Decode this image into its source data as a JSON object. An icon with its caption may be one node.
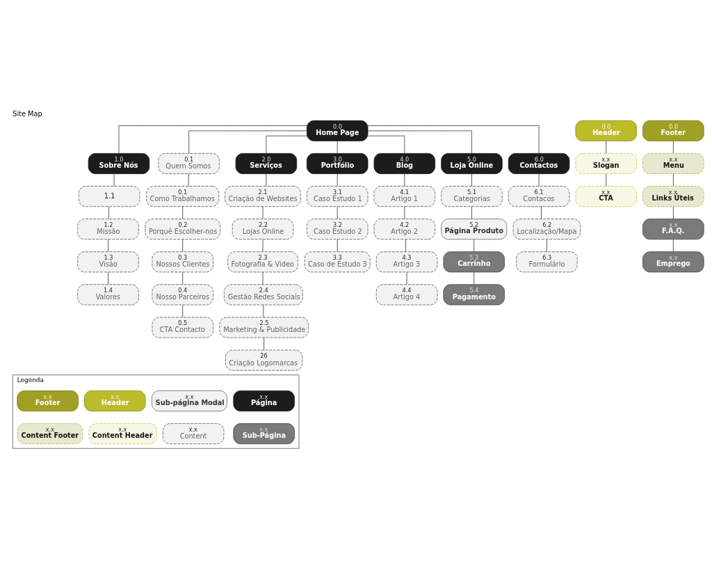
{
  "diagram": {
    "title": "Site Map",
    "nodes": [
      {
        "text": [
          "0.0",
          "Home Page"
        ]
      },
      {
        "text": [
          "1.0",
          "Sobre Nós"
        ]
      },
      {
        "text": [
          "0.1",
          "Quem Somos"
        ]
      },
      {
        "text": [
          "2.0",
          "Serviços"
        ]
      },
      {
        "text": [
          "3.0",
          "Portfólio"
        ]
      },
      {
        "text": [
          "4.0",
          "Blog"
        ]
      },
      {
        "text": [
          "5.0",
          "Loja Online"
        ]
      },
      {
        "text": [
          "6.0",
          "Contactos"
        ]
      },
      {
        "text": [
          "1.1"
        ]
      },
      {
        "text": [
          "1.2",
          "Missão"
        ]
      },
      {
        "text": [
          "1.3",
          "Visão"
        ]
      },
      {
        "text": [
          "1.4",
          "Valores"
        ]
      },
      {
        "text": [
          "0.1",
          "Como Trabalhamos"
        ]
      },
      {
        "text": [
          "0.2",
          "Porquê Escolher-nos"
        ]
      },
      {
        "text": [
          "0.3",
          "Nossos Clientes"
        ]
      },
      {
        "text": [
          "0.4",
          "Nosso Parceiros"
        ]
      },
      {
        "text": [
          "0.5",
          "CTA Contacto"
        ]
      },
      {
        "text": [
          "2.1",
          "Criação de Websites"
        ]
      },
      {
        "text": [
          "2.2",
          "Lojas Online"
        ]
      },
      {
        "text": [
          "2.3",
          "Fotografia & Video"
        ]
      },
      {
        "text": [
          "2.4",
          "Gestão Redes Sociais"
        ]
      },
      {
        "text": [
          "2.5",
          "Marketing & Publicidade"
        ]
      },
      {
        "text": [
          "26",
          "Criação Logomarcas"
        ]
      },
      {
        "text": [
          "3.1",
          "Caso Estudo 1"
        ]
      },
      {
        "text": [
          "3.2",
          "Caso Estudo 2"
        ]
      },
      {
        "text": [
          "3.3",
          "Caso de Estudo 3"
        ]
      },
      {
        "text": [
          "4.1",
          "Artigo 1"
        ]
      },
      {
        "text": [
          "4.2",
          "Artigo 2"
        ]
      },
      {
        "text": [
          "4.3",
          "Artigo 3"
        ]
      },
      {
        "text": [
          "4.4",
          "Artigo 4"
        ]
      },
      {
        "text": [
          "5.1",
          "Categorias"
        ]
      },
      {
        "text": [
          "5.2",
          "Página Produto"
        ]
      },
      {
        "text": [
          "5.3",
          "Carrinho"
        ]
      },
      {
        "text": [
          "5.4",
          "Pagamento"
        ]
      },
      {
        "text": [
          "6.1",
          "Contacos"
        ]
      },
      {
        "text": [
          "6.2",
          "Localização/Mapa"
        ]
      },
      {
        "text": [
          "6.3",
          "Formulário"
        ]
      },
      {
        "text": [
          "0.0",
          "Header"
        ]
      },
      {
        "text": [
          "0.0",
          "Footer"
        ]
      },
      {
        "text": [
          "x.x",
          "Slogan"
        ]
      },
      {
        "text": [
          "x.x",
          "CTA"
        ]
      },
      {
        "text": [
          "x.x",
          "Menu"
        ]
      },
      {
        "text": [
          "x.x",
          "Links Úteis"
        ]
      },
      {
        "text": [
          "x.x",
          "F.A.Q."
        ]
      },
      {
        "text": [
          "x.x",
          "Emprego"
        ]
      },
      {
        "text": [
          "Legenda"
        ]
      },
      {
        "text": [
          "x.x",
          "Página"
        ],
        "in": 45
      },
      {
        "text": [
          "x.x",
          "Sub-página Modal"
        ],
        "in": 45
      },
      {
        "text": [
          "x.x",
          "Header"
        ],
        "in": 45
      },
      {
        "text": [
          "x.x",
          "Footer"
        ],
        "in": 45
      },
      {
        "text": [
          "x.x",
          "Sub-Página"
        ],
        "in": 45
      },
      {
        "text": [
          "x.x",
          "Content"
        ],
        "in": 45
      },
      {
        "text": [
          "x.x",
          "Content Header"
        ],
        "in": 45
      },
      {
        "text": [
          "x.x",
          "Content Footer"
        ],
        "in": 45
      }
    ],
    "edges": [
      {
        "from": 0,
        "to": 1,
        "arrow": "none"
      },
      {
        "from": 0,
        "to": 2,
        "arrow": "none"
      },
      {
        "from": 0,
        "to": 3,
        "arrow": "none"
      },
      {
        "from": 0,
        "to": 4,
        "arrow": "none"
      },
      {
        "from": 0,
        "to": 5,
        "arrow": "none"
      },
      {
        "from": 0,
        "to": 6,
        "arrow": "none"
      },
      {
        "from": 0,
        "to": 7,
        "arrow": "none"
      },
      {
        "from": 1,
        "to": 8,
        "arrow": "none"
      },
      {
        "from": 8,
        "to": 9,
        "arrow": "none"
      },
      {
        "from": 9,
        "to": 10,
        "arrow": "none"
      },
      {
        "from": 10,
        "to": 11,
        "arrow": "none"
      },
      {
        "from": 2,
        "to": 12,
        "arrow": "none"
      },
      {
        "from": 12,
        "to": 13,
        "arrow": "none"
      },
      {
        "from": 13,
        "to": 14,
        "arrow": "none"
      },
      {
        "from": 14,
        "to": 15,
        "arrow": "none"
      },
      {
        "from": 15,
        "to": 16,
        "arrow": "none"
      },
      {
        "from": 3,
        "to": 17,
        "arrow": "none"
      },
      {
        "from": 17,
        "to": 18,
        "arrow": "none"
      },
      {
        "from": 18,
        "to": 19,
        "arrow": "none"
      },
      {
        "from": 19,
        "to": 20,
        "arrow": "none"
      },
      {
        "from": 20,
        "to": 21,
        "arrow": "none"
      },
      {
        "from": 21,
        "to": 22,
        "arrow": "none"
      },
      {
        "from": 4,
        "to": 23,
        "arrow": "none"
      },
      {
        "from": 23,
        "to": 24,
        "arrow": "none"
      },
      {
        "from": 24,
        "to": 25,
        "arrow": "none"
      },
      {
        "from": 5,
        "to": 26,
        "arrow": "none"
      },
      {
        "from": 26,
        "to": 27,
        "arrow": "none"
      },
      {
        "from": 27,
        "to": 28,
        "arrow": "none"
      },
      {
        "from": 28,
        "to": 29,
        "arrow": "none"
      },
      {
        "from": 6,
        "to": 30,
        "arrow": "none"
      },
      {
        "from": 30,
        "to": 31,
        "arrow": "none"
      },
      {
        "from": 31,
        "to": 32,
        "arrow": "none"
      },
      {
        "from": 32,
        "to": 33,
        "arrow": "none"
      },
      {
        "from": 7,
        "to": 34,
        "arrow": "none"
      },
      {
        "from": 34,
        "to": 35,
        "arrow": "none"
      },
      {
        "from": 35,
        "to": 36,
        "arrow": "none"
      },
      {
        "from": 37,
        "to": 39,
        "arrow": "none"
      },
      {
        "from": 39,
        "to": 40,
        "arrow": "none"
      },
      {
        "from": 38,
        "to": 41,
        "arrow": "none"
      },
      {
        "from": 41,
        "to": 42,
        "arrow": "none"
      },
      {
        "from": 42,
        "to": 43,
        "arrow": "none"
      },
      {
        "from": 43,
        "to": 44,
        "arrow": "none"
      }
    ]
  }
}
